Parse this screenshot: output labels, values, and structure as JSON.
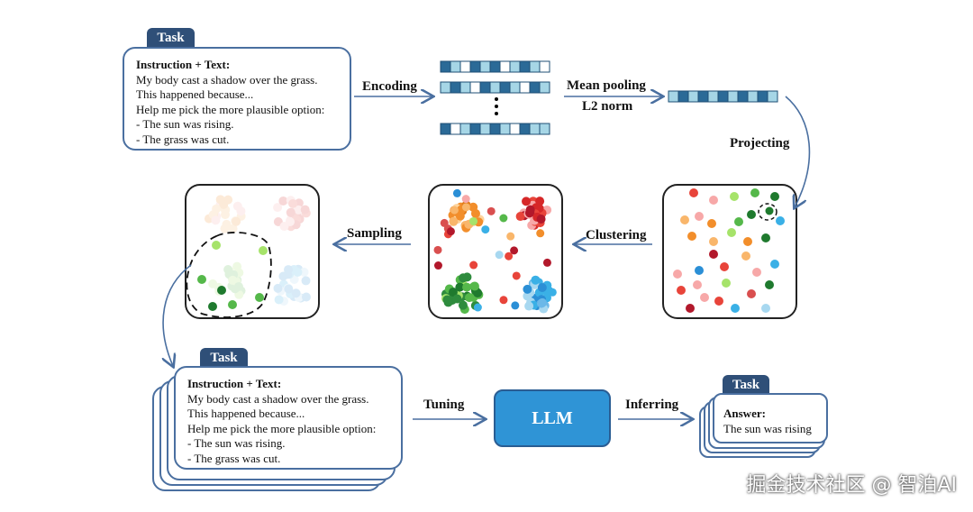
{
  "task_tab": "Task",
  "input_card": {
    "heading": "Instruction + Text:",
    "lines": [
      "My body cast a shadow over the grass.",
      "This happened because...",
      "Help me pick the more plausible option:",
      "- The sun was rising.",
      "- The grass was cut."
    ]
  },
  "steps": {
    "encoding": "Encoding",
    "mean_pooling": "Mean pooling",
    "l2_norm": "L2 norm",
    "projecting": "Projecting",
    "clustering": "Clustering",
    "sampling": "Sampling",
    "tuning": "Tuning",
    "inferring": "Inferring"
  },
  "llm_label": "LLM",
  "answer_card": {
    "heading": "Answer:",
    "text": "The sun was rising"
  },
  "watermark": "掘金技术社区 @ 智泊AI",
  "colors": {
    "accent": "#4a6fa0",
    "tab": "#2f4f78",
    "llm": "#2f94d6",
    "vector_dark": "#2b6a97",
    "vector_light": "#a6d6e6"
  }
}
